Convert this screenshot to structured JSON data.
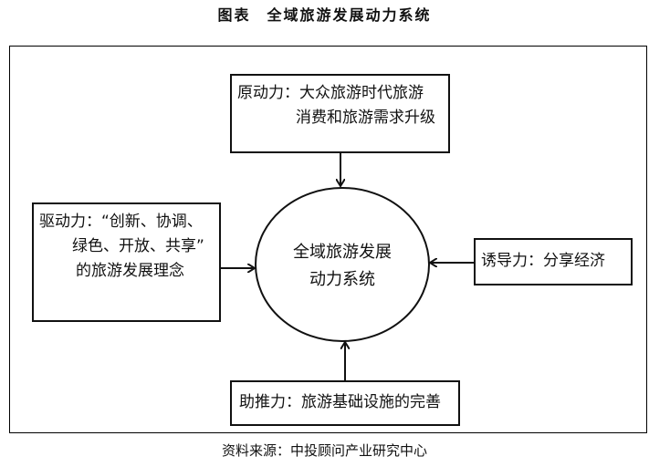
{
  "title": "图表　全域旅游发展动力系统",
  "center": {
    "line1": "全域旅游发展",
    "line2": "动力系统"
  },
  "boxes": {
    "top": {
      "line1": "原动力：大众旅游时代旅游",
      "line2": "消费和旅游需求升级"
    },
    "left": {
      "line1": "驱动力：“创新、协调、",
      "line2": "绿色、开放、共享”",
      "line3": "的旅游发展理念"
    },
    "right": {
      "line1": "诱导力：分享经济"
    },
    "bottom": {
      "line1": "助推力：旅游基础设施的完善"
    }
  },
  "caption": "资料来源：中投顾问产业研究中心"
}
